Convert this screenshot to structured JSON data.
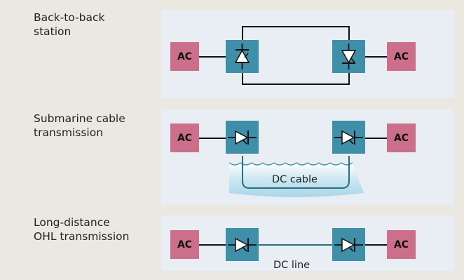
{
  "rows": [
    {
      "label": "Back-to-back\nstation",
      "left_ac": "AC",
      "right_ac": "AC"
    },
    {
      "label": "Submarine cable\ntransmission",
      "left_ac": "AC",
      "right_ac": "AC",
      "link_label": "DC cable"
    },
    {
      "label": "Long-distance\nOHL transmission",
      "left_ac": "AC",
      "right_ac": "AC",
      "link_label": "DC line"
    }
  ],
  "colors": {
    "background": "#ebe8e1",
    "panel": "#e8eef3",
    "ac_block": "#cc6f8a",
    "converter_block": "#3f8fa8",
    "dc_line": "#2a6e82",
    "water": "#bfe0ee"
  }
}
